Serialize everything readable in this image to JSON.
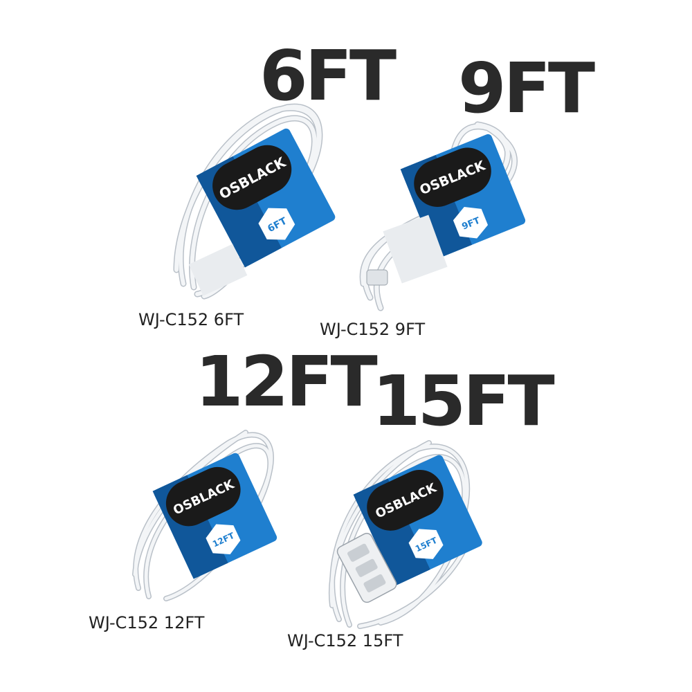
{
  "colors": {
    "label_text": "#2a2a2a",
    "cord_white": "#f3f5f7",
    "cord_shadow": "#b9c0c8",
    "card_blue": "#1f7fcf",
    "card_blue_dark": "#10579a",
    "card_black": "#1a1a1a"
  },
  "brand": "OSBLACK",
  "products": [
    {
      "length_label": "6FT",
      "model": "WJ-C152 6FT",
      "badge": "6FT"
    },
    {
      "length_label": "9FT",
      "model": "WJ-C152 9FT",
      "badge": "9FT"
    },
    {
      "length_label": "12FT",
      "model": "WJ-C152 12FT",
      "badge": "12FT"
    },
    {
      "length_label": "15FT",
      "model": "WJ-C152 15FT",
      "badge": "15FT"
    }
  ]
}
